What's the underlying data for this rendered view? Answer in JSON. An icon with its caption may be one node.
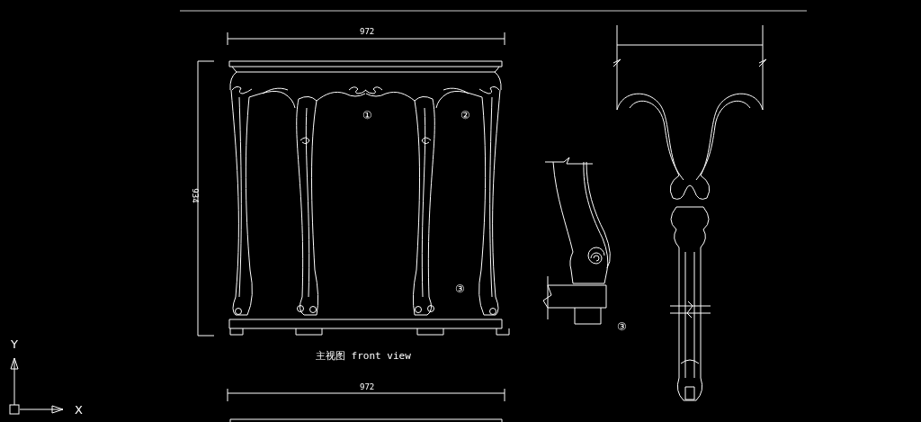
{
  "diagram": {
    "labels": [
      "972",
      "①",
      "②",
      "934",
      "③",
      "③",
      "主视图 front view",
      "972",
      "Y",
      "X"
    ]
  }
}
